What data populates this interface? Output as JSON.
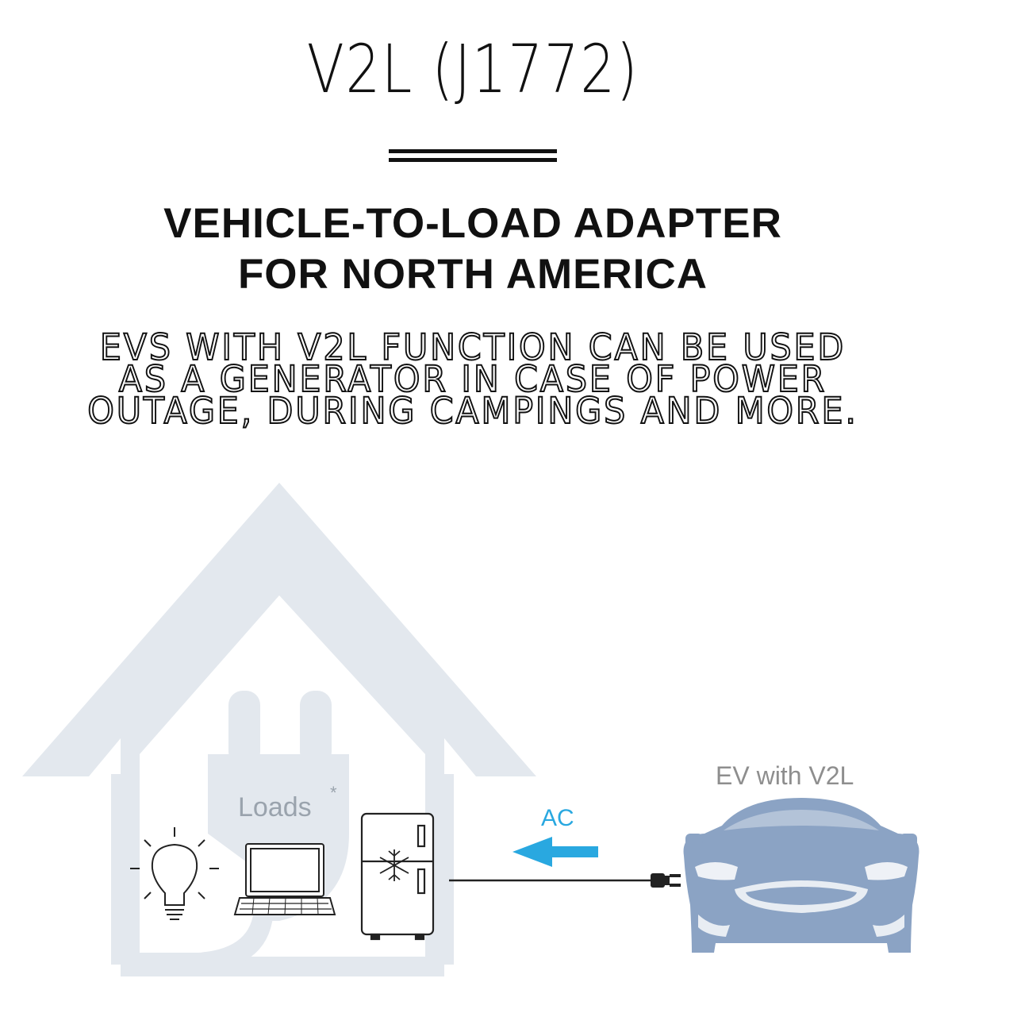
{
  "header": {
    "title": "V2L (J1772)",
    "subtitle_line1": "VEHICLE-TO-LOAD ADAPTER",
    "subtitle_line2": "FOR NORTH AMERICA",
    "description_lines": [
      "EVS WITH V2L FUNCTION CAN BE USED",
      "AS A GENERATOR IN CASE OF POWER",
      "OUTAGE, DURING CAMPINGS AND MORE."
    ]
  },
  "diagram": {
    "loads_label": "Loads",
    "loads_marker": "*",
    "flow_label": "AC",
    "vehicle_label": "EV with V2L",
    "colors": {
      "house": "#e3e8ee",
      "car": "#8ba3c4",
      "arrow": "#29a8e0",
      "line": "#222222"
    },
    "icons": [
      "light-bulb-icon",
      "laptop-icon",
      "refrigerator-icon",
      "snowflake-icon",
      "plug-icon",
      "car-icon"
    ]
  }
}
